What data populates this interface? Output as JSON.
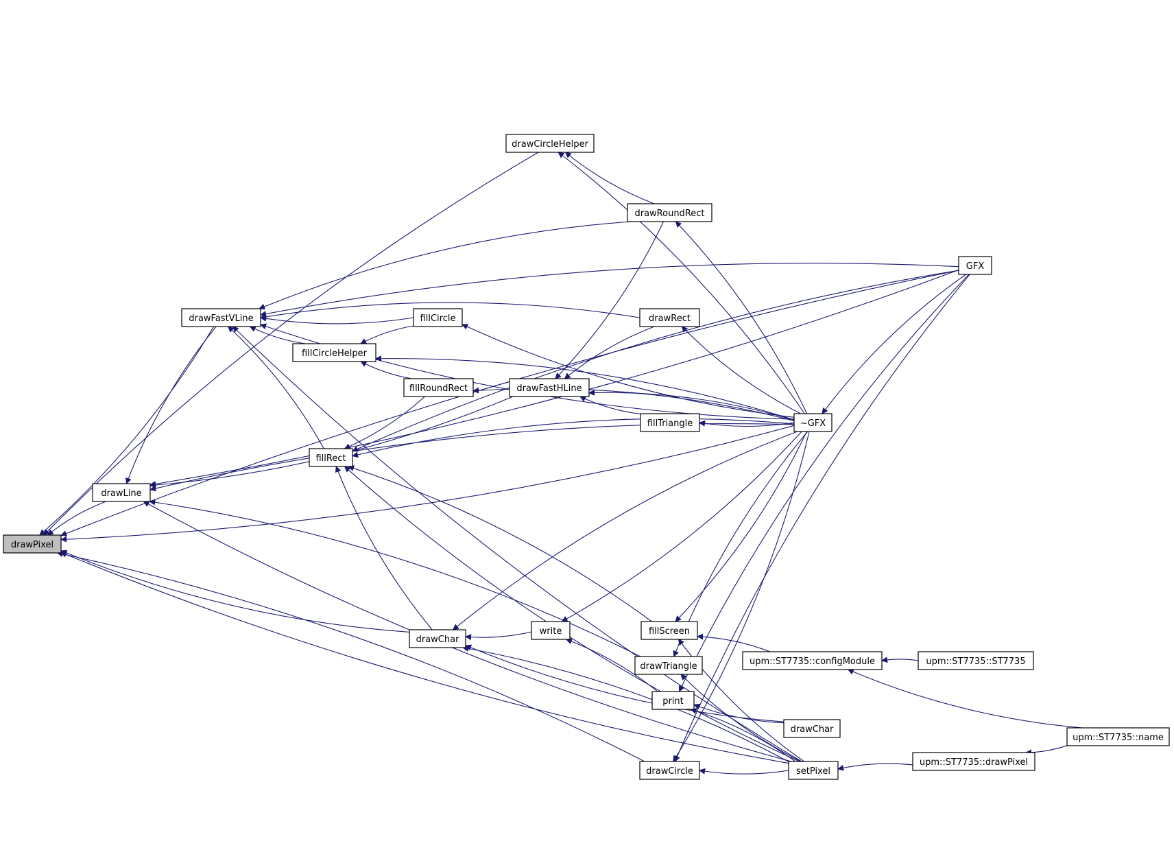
{
  "graph": {
    "nodes": [
      {
        "id": "drawPixel",
        "label": "drawPixel"
      },
      {
        "id": "drawLine",
        "label": "drawLine"
      },
      {
        "id": "drawFastVLine",
        "label": "drawFastVLine"
      },
      {
        "id": "drawCircleHelper",
        "label": "drawCircleHelper"
      },
      {
        "id": "drawRoundRect",
        "label": "drawRoundRect"
      },
      {
        "id": "fillCircle",
        "label": "fillCircle"
      },
      {
        "id": "fillCircleHelper",
        "label": "fillCircleHelper"
      },
      {
        "id": "drawRect",
        "label": "drawRect"
      },
      {
        "id": "fillRoundRect",
        "label": "fillRoundRect"
      },
      {
        "id": "drawFastHLine",
        "label": "drawFastHLine"
      },
      {
        "id": "fillTriangle",
        "label": "fillTriangle"
      },
      {
        "id": "fillRect",
        "label": "fillRect"
      },
      {
        "id": "GFX",
        "label": "GFX"
      },
      {
        "id": "dtorGFX",
        "label": "~GFX"
      },
      {
        "id": "drawChar",
        "label": "drawChar"
      },
      {
        "id": "write",
        "label": "write"
      },
      {
        "id": "fillScreen",
        "label": "fillScreen"
      },
      {
        "id": "drawTriangle",
        "label": "drawTriangle"
      },
      {
        "id": "print",
        "label": "print"
      },
      {
        "id": "drawChar2",
        "label": "drawChar"
      },
      {
        "id": "drawCircle",
        "label": "drawCircle"
      },
      {
        "id": "setPixel",
        "label": "setPixel"
      },
      {
        "id": "configModule",
        "label": "upm::ST7735::configModule"
      },
      {
        "id": "ST7735",
        "label": "upm::ST7735::ST7735"
      },
      {
        "id": "stDrawPixel",
        "label": "upm::ST7735::drawPixel"
      },
      {
        "id": "stName",
        "label": "upm::ST7735::name"
      }
    ],
    "edges": [
      [
        "drawPixel",
        "drawLine"
      ],
      [
        "drawPixel",
        "drawFastVLine"
      ],
      [
        "drawPixel",
        "GFX"
      ],
      [
        "drawPixel",
        "dtorGFX"
      ],
      [
        "drawPixel",
        "drawCircleHelper"
      ],
      [
        "drawPixel",
        "drawChar"
      ],
      [
        "drawPixel",
        "drawCircle"
      ],
      [
        "drawPixel",
        "setPixel"
      ],
      [
        "drawLine",
        "drawFastVLine"
      ],
      [
        "drawLine",
        "GFX"
      ],
      [
        "drawLine",
        "dtorGFX"
      ],
      [
        "drawLine",
        "drawFastHLine"
      ],
      [
        "drawLine",
        "drawTriangle"
      ],
      [
        "drawLine",
        "setPixel"
      ],
      [
        "drawFastVLine",
        "GFX"
      ],
      [
        "drawFastVLine",
        "dtorGFX"
      ],
      [
        "drawFastVLine",
        "drawRoundRect"
      ],
      [
        "drawFastVLine",
        "fillCircle"
      ],
      [
        "drawFastVLine",
        "drawRect"
      ],
      [
        "drawFastVLine",
        "fillCircleHelper"
      ],
      [
        "drawFastVLine",
        "fillRect"
      ],
      [
        "drawFastVLine",
        "setPixel"
      ],
      [
        "drawCircleHelper",
        "dtorGFX"
      ],
      [
        "drawCircleHelper",
        "drawRoundRect"
      ],
      [
        "drawRoundRect",
        "dtorGFX"
      ],
      [
        "fillCircle",
        "dtorGFX"
      ],
      [
        "fillCircleHelper",
        "fillCircle"
      ],
      [
        "fillCircleHelper",
        "fillRoundRect"
      ],
      [
        "fillCircleHelper",
        "dtorGFX"
      ],
      [
        "drawRect",
        "dtorGFX"
      ],
      [
        "fillRoundRect",
        "dtorGFX"
      ],
      [
        "drawFastHLine",
        "drawRoundRect"
      ],
      [
        "drawFastHLine",
        "drawRect"
      ],
      [
        "drawFastHLine",
        "fillTriangle"
      ],
      [
        "drawFastHLine",
        "dtorGFX"
      ],
      [
        "fillTriangle",
        "dtorGFX"
      ],
      [
        "fillRect",
        "GFX"
      ],
      [
        "fillRect",
        "fillRoundRect"
      ],
      [
        "fillRect",
        "dtorGFX"
      ],
      [
        "fillRect",
        "drawChar"
      ],
      [
        "fillRect",
        "fillScreen"
      ],
      [
        "fillRect",
        "setPixel"
      ],
      [
        "dtorGFX",
        "GFX"
      ],
      [
        "drawChar",
        "write"
      ],
      [
        "drawChar",
        "dtorGFX"
      ],
      [
        "drawChar",
        "drawChar2"
      ],
      [
        "drawChar",
        "setPixel"
      ],
      [
        "write",
        "dtorGFX"
      ],
      [
        "write",
        "print"
      ],
      [
        "fillScreen",
        "dtorGFX"
      ],
      [
        "fillScreen",
        "configModule"
      ],
      [
        "fillScreen",
        "setPixel"
      ],
      [
        "drawTriangle",
        "dtorGFX"
      ],
      [
        "drawTriangle",
        "setPixel"
      ],
      [
        "print",
        "GFX"
      ],
      [
        "print",
        "drawChar2"
      ],
      [
        "print",
        "setPixel"
      ],
      [
        "drawCircle",
        "dtorGFX"
      ],
      [
        "drawCircle",
        "GFX"
      ],
      [
        "drawCircle",
        "setPixel"
      ],
      [
        "configModule",
        "ST7735"
      ],
      [
        "configModule",
        "stName"
      ],
      [
        "setPixel",
        "stDrawPixel"
      ],
      [
        "stDrawPixel",
        "stName"
      ]
    ]
  }
}
